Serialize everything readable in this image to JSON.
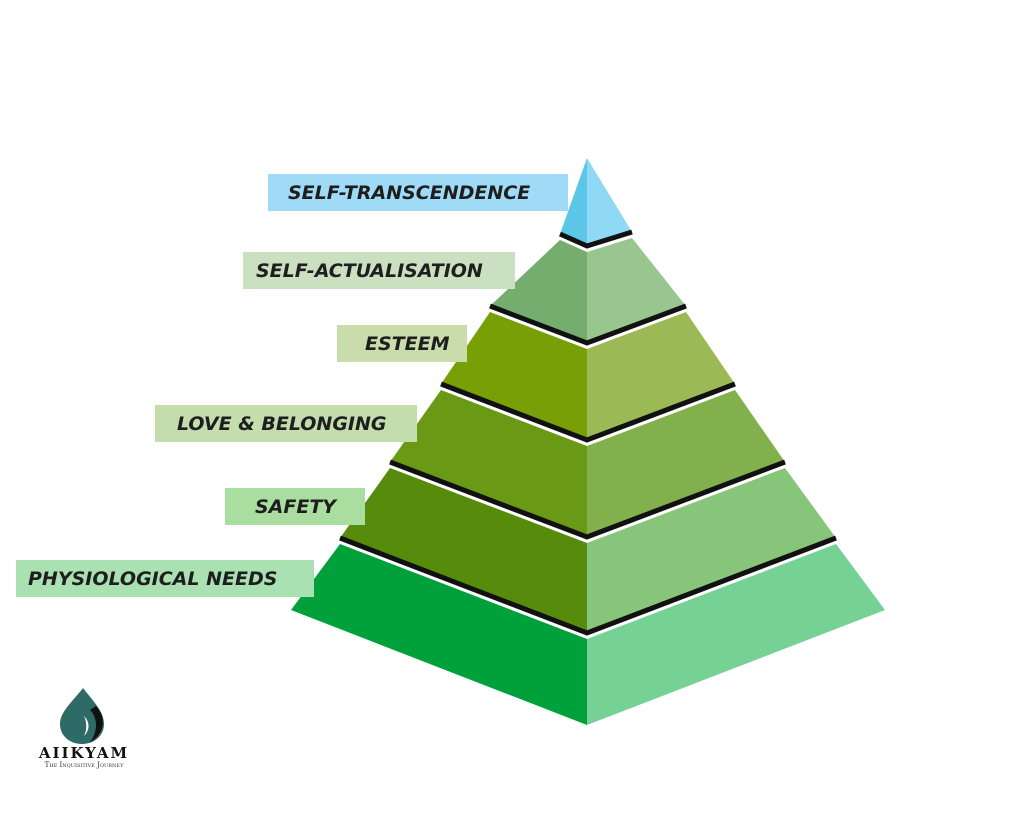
{
  "diagram": {
    "levels": [
      {
        "label": "SELF-TRANSCENDENCE",
        "label_bg": "#9fdaf6",
        "left_color": "#5cc6e8",
        "right_color": "#8fd9f4"
      },
      {
        "label": "SELF-ACTUALISATION",
        "label_bg": "#cbdfc1",
        "left_color": "#74ad6d",
        "right_color": "#98c68e"
      },
      {
        "label": "ESTEEM",
        "label_bg": "#c9dcac",
        "left_color": "#799f06",
        "right_color": "#9bba55"
      },
      {
        "label": "LOVE & BELONGING",
        "label_bg": "#c3ddad",
        "left_color": "#6a9a15",
        "right_color": "#82b04d"
      },
      {
        "label": "SAFETY",
        "label_bg": "#aadea0",
        "left_color": "#568b0c",
        "right_color": "#87c57a"
      },
      {
        "label": "PHYSIOLOGICAL NEEDS",
        "label_bg": "#a9e1b3",
        "left_color": "#00a03a",
        "right_color": "#75d194"
      }
    ]
  },
  "logo": {
    "name": "AIIKYAM",
    "tagline": "The Inquisitive Journey"
  }
}
